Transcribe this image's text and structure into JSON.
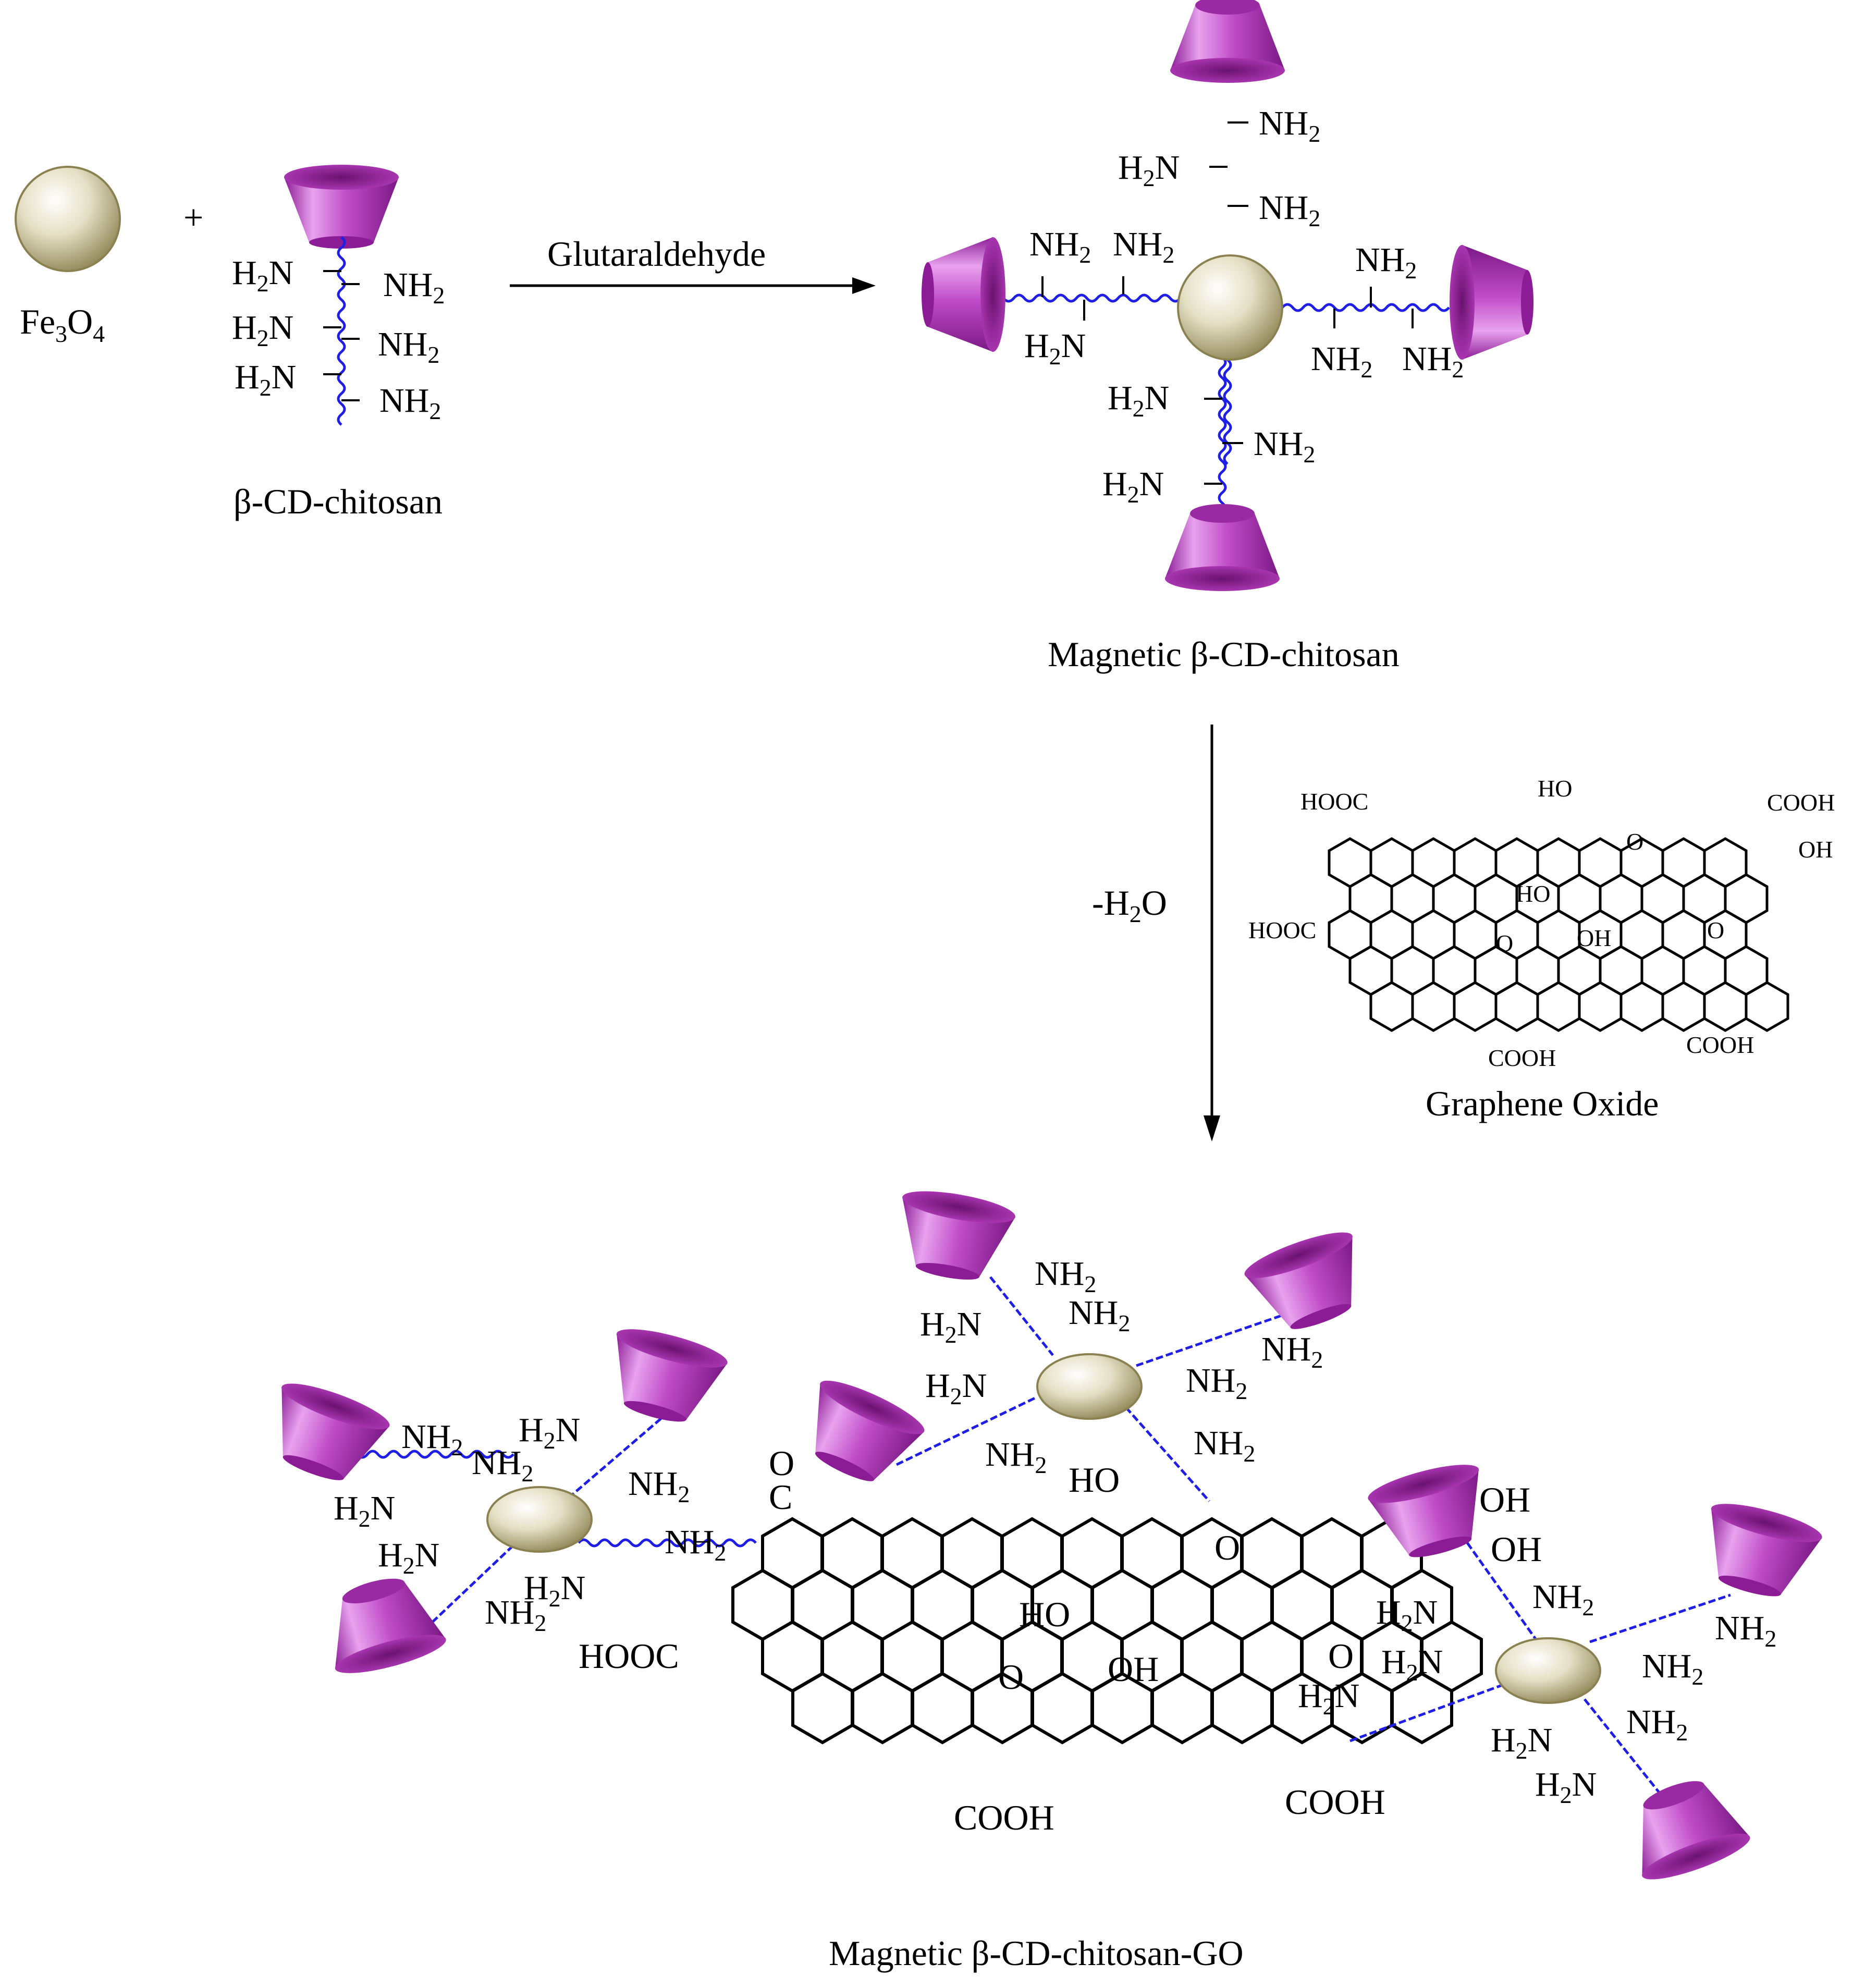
{
  "labels": {
    "fe3o4": {
      "main": "Fe",
      "sub1": "3",
      "mid": "O",
      "sub2": "4"
    },
    "plus": "+",
    "cd_chitosan": "β-CD-chitosan",
    "reagent": "Glutaraldehyde",
    "magnetic": "Magnetic β-CD-chitosan",
    "water": {
      "pre": "-H",
      "sub": "2",
      "post": "O"
    },
    "graphene_oxide": "Graphene Oxide",
    "product": "Magnetic β-CD-chitosan-GO"
  },
  "groups": {
    "amine": "NH",
    "amine_sub": "2",
    "h2n_h": "H",
    "h2n_sub": "2",
    "h2n_n": "N",
    "cooh": "COOH",
    "hooc": "HOOC",
    "oh": "OH",
    "ho": "HO",
    "o": "O",
    "c": "C"
  },
  "colors": {
    "particle": "#b5ac7c",
    "cyclodextrin": "#c04cc8",
    "chain": "#1e1ee6"
  }
}
